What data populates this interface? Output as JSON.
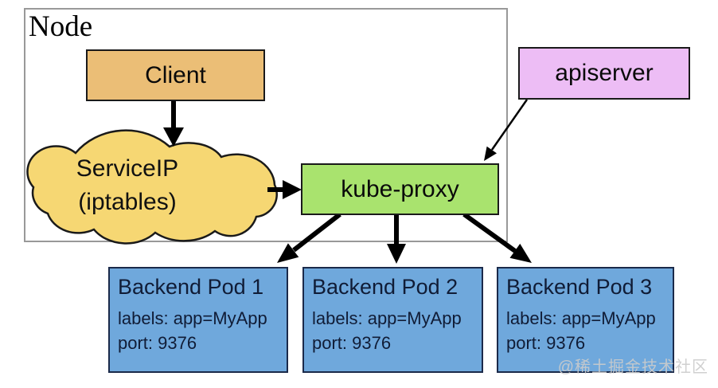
{
  "diagram": {
    "node": {
      "label": "Node"
    },
    "client": {
      "label": "Client"
    },
    "service_cloud": {
      "line1": "ServiceIP",
      "line2": "(iptables)"
    },
    "kube_proxy": {
      "label": "kube-proxy"
    },
    "apiserver": {
      "label": "apiserver"
    },
    "pods": [
      {
        "title": "Backend Pod 1",
        "labels_line": "labels: app=MyApp",
        "port_line": "port: 9376"
      },
      {
        "title": "Backend Pod 2",
        "labels_line": "labels: app=MyApp",
        "port_line": "port: 9376"
      },
      {
        "title": "Backend Pod 3",
        "labels_line": "labels: app=MyApp",
        "port_line": "port: 9376"
      }
    ],
    "watermark": "@稀土掘金技术社区",
    "colors": {
      "client_fill": "#EBBE76",
      "cloud_fill": "#F6D773",
      "cloud_stroke": "#1A1A1A",
      "kube_proxy_fill": "#A9E36E",
      "apiserver_fill": "#EDBDF5",
      "pod_fill": "#6FA8DC",
      "pod_border": "#1B2A4A",
      "pod_text": "#101C36",
      "box_border": "#1A1A1A",
      "node_border": "#999999",
      "arrow": "#000000",
      "watermark_text": "#CCCCCC"
    }
  }
}
